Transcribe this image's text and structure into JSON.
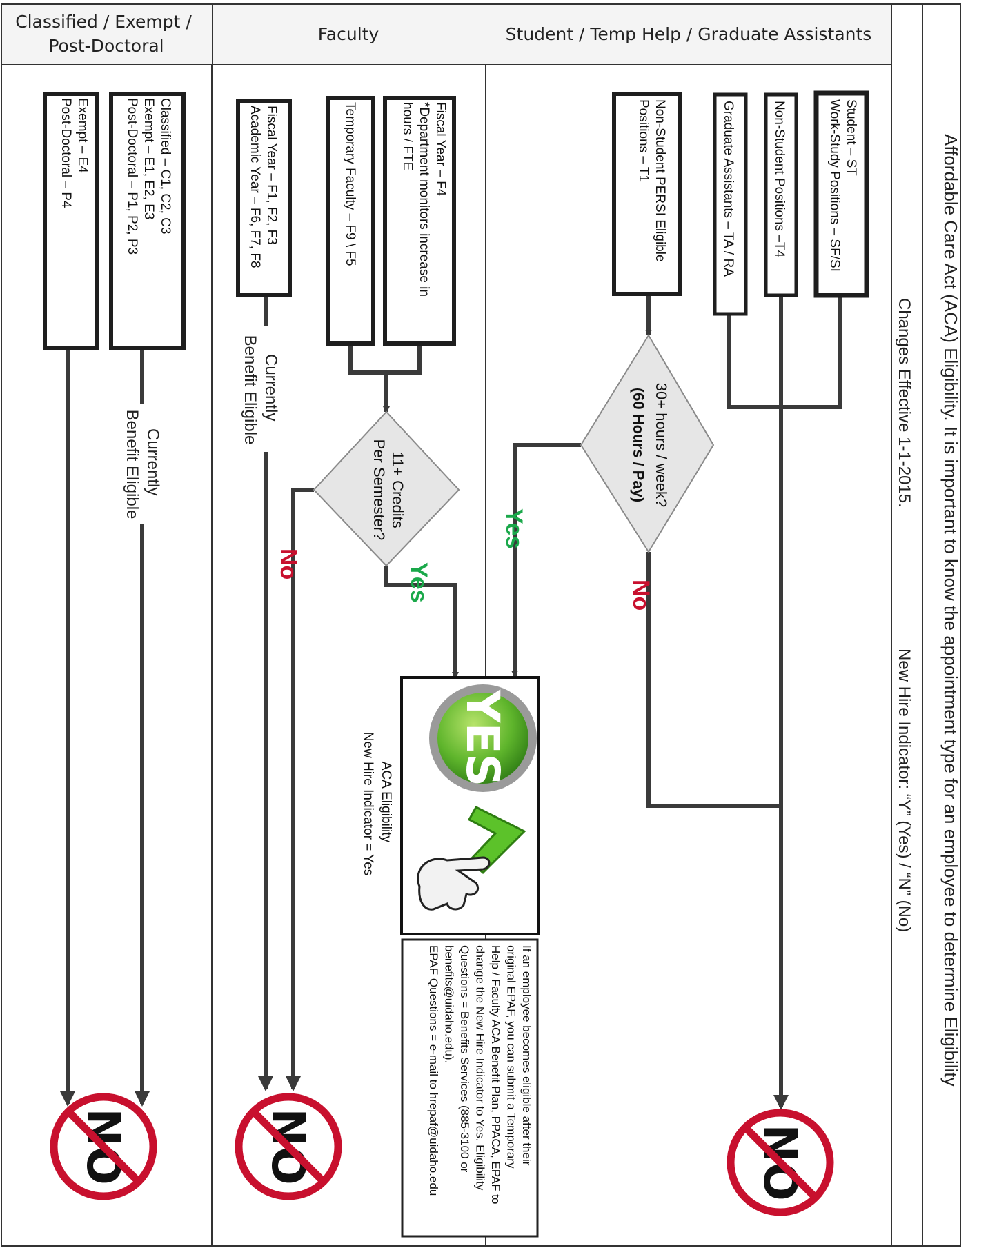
{
  "headers": {
    "classified": [
      "Classified / Exempt /",
      "Post-Doctoral"
    ],
    "faculty": "Faculty",
    "student": "Student / Temp Help / Graduate Assistants"
  },
  "title": "Affordable Care Act (ACA) Eligibility.  It is important to know the appointment type for an employee to determine Eligibility",
  "subtitle": {
    "changes": "Changes Effective 1-1-2015.",
    "indicator": "New Hire Indicator:   “Y” (Yes) / “N” (No)"
  },
  "boxes": {
    "student": [
      "Student – ST",
      "Work-Study Positions – SF/SI"
    ],
    "non_student_t4": "Non-Student Positions –T4",
    "grad": "Graduate Assistants – TA / RA",
    "persi": [
      "Non-Student PERSI Eligible",
      "Positions – T1"
    ],
    "fiscal_f4": [
      "Fiscal Year – F4",
      "*Department monitors increase in",
      "hours / FTE"
    ],
    "temp_faculty": "Temporary Faculty – F9 \\ F5",
    "fiscal_academic": [
      "Fiscal Year – F1, F2, F3",
      "Academic Year – F6, F7, F8"
    ],
    "classified_list": [
      "Classified – C1, C2, C3",
      "Exempt – E1, E2, E3",
      "Post-Doctoral – P1, P2, P3"
    ],
    "exempt_list": [
      "Exempt – E4",
      "Post-Doctoral – P4"
    ]
  },
  "decisions": {
    "hours": [
      "30+ hours / week?",
      "(60 Hours / Pay)"
    ],
    "credits": [
      "11+ Credits",
      "Per Semester?"
    ]
  },
  "labels": {
    "yes": "Yes",
    "no": "No",
    "benefit": [
      "Currently",
      "Benefit Eligible"
    ],
    "yes_badge": "YES",
    "no_badge": "NO",
    "aca": [
      "ACA Eligibility",
      "New Hire Indicator = Yes"
    ]
  },
  "note": [
    "If an employee becomes eligible after their",
    "original EPAF, you can submit a Temporary",
    "Help / Faculty ACA Benefit Plan, PPACA, EPAF to",
    "change the New Hire Indicator to Yes.  Eligibility",
    "Questions = Benefits Services (885-3100 or",
    "benefits@uidaho.edu).",
    "EPAF Questions = e-mail to hrepaf@uidaho.edu"
  ],
  "colors": {
    "yes": "#1aa84a",
    "no": "#c8102e",
    "border": "#1e1e1e",
    "diamond": "#e6e6e6"
  }
}
